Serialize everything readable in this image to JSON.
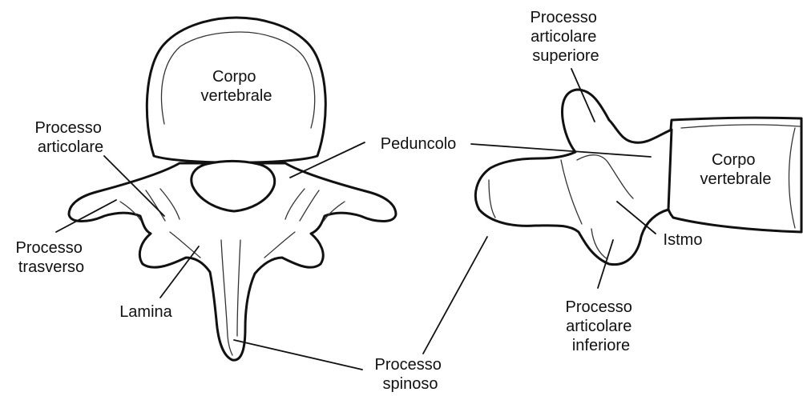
{
  "left_view": {
    "corpo_vertebrale": [
      "Corpo",
      "vertebrale"
    ],
    "processo_articolare": [
      "Processo",
      "articolare"
    ],
    "processo_trasverso": [
      "Processo",
      "trasverso"
    ],
    "lamina": "Lamina"
  },
  "shared": {
    "peduncolo": "Peduncolo",
    "processo_spinoso": [
      "Processo",
      "spinoso"
    ]
  },
  "right_view": {
    "processo_articolare_superiore": [
      "Processo",
      "articolare",
      "superiore"
    ],
    "corpo_vertebrale": [
      "Corpo",
      "vertebrale"
    ],
    "istmo": "Istmo",
    "processo_articolare_inferiore": [
      "Processo",
      "articolare",
      "inferiore"
    ]
  }
}
